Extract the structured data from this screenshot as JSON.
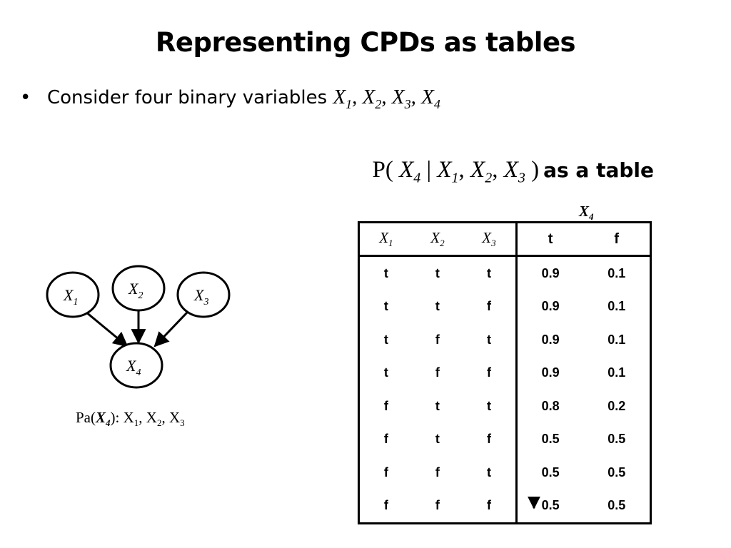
{
  "slide": {
    "title": "Representing CPDs as tables",
    "bullet": {
      "text": "Consider  four binary variables",
      "vars": [
        {
          "sym": "X",
          "sub": "1",
          "sep": ", "
        },
        {
          "sym": "X",
          "sub": "2",
          "sep": ", "
        },
        {
          "sym": "X",
          "sub": "3",
          "sep": ", "
        },
        {
          "sym": "X",
          "sub": "4",
          "sep": ""
        }
      ]
    },
    "heading": {
      "prefix": "P(",
      "target": {
        "sym": "X",
        "sub": "4"
      },
      "bar": " | ",
      "given": [
        {
          "sym": "X",
          "sub": "1",
          "sep": ", "
        },
        {
          "sym": "X",
          "sub": "2",
          "sep": ", "
        },
        {
          "sym": "X",
          "sub": "3",
          "sep": ""
        }
      ],
      "suffix": " )",
      "label": "as a table"
    },
    "x4_label": {
      "sym": "X",
      "sub": "4"
    }
  },
  "graph": {
    "nodes": [
      {
        "id": "x1",
        "sym": "X",
        "sub": "1"
      },
      {
        "id": "x2",
        "sym": "X",
        "sub": "2"
      },
      {
        "id": "x3",
        "sym": "X",
        "sub": "3"
      },
      {
        "id": "x4",
        "sym": "X",
        "sub": "4"
      }
    ],
    "edges": [
      [
        "x1",
        "x4"
      ],
      [
        "x2",
        "x4"
      ],
      [
        "x3",
        "x4"
      ]
    ],
    "parents": {
      "prefix": "Pa(",
      "node": {
        "sym": "X",
        "sub": "4"
      },
      "mid": "): ",
      "list": [
        {
          "sym": "X",
          "sub": "1",
          "sep": ", "
        },
        {
          "sym": "X",
          "sub": "2",
          "sep": ", "
        },
        {
          "sym": "X",
          "sub": "3",
          "sep": ""
        }
      ]
    }
  },
  "table": {
    "headers": [
      {
        "sym": "X",
        "sub": "1"
      },
      {
        "sym": "X",
        "sub": "2"
      },
      {
        "sym": "X",
        "sub": "3"
      },
      {
        "text": "t"
      },
      {
        "text": "f"
      }
    ],
    "rows": [
      [
        "t",
        "t",
        "t",
        "0.9",
        "0.1"
      ],
      [
        "t",
        "t",
        "f",
        "0.9",
        "0.1"
      ],
      [
        "t",
        "f",
        "t",
        "0.9",
        "0.1"
      ],
      [
        "t",
        "f",
        "f",
        "0.9",
        "0.1"
      ],
      [
        "f",
        "t",
        "t",
        "0.8",
        "0.2"
      ],
      [
        "f",
        "t",
        "f",
        "0.5",
        "0.5"
      ],
      [
        "f",
        "f",
        "t",
        "0.5",
        "0.5"
      ],
      [
        "f",
        "f",
        "f",
        "0.5",
        "0.5"
      ]
    ]
  }
}
